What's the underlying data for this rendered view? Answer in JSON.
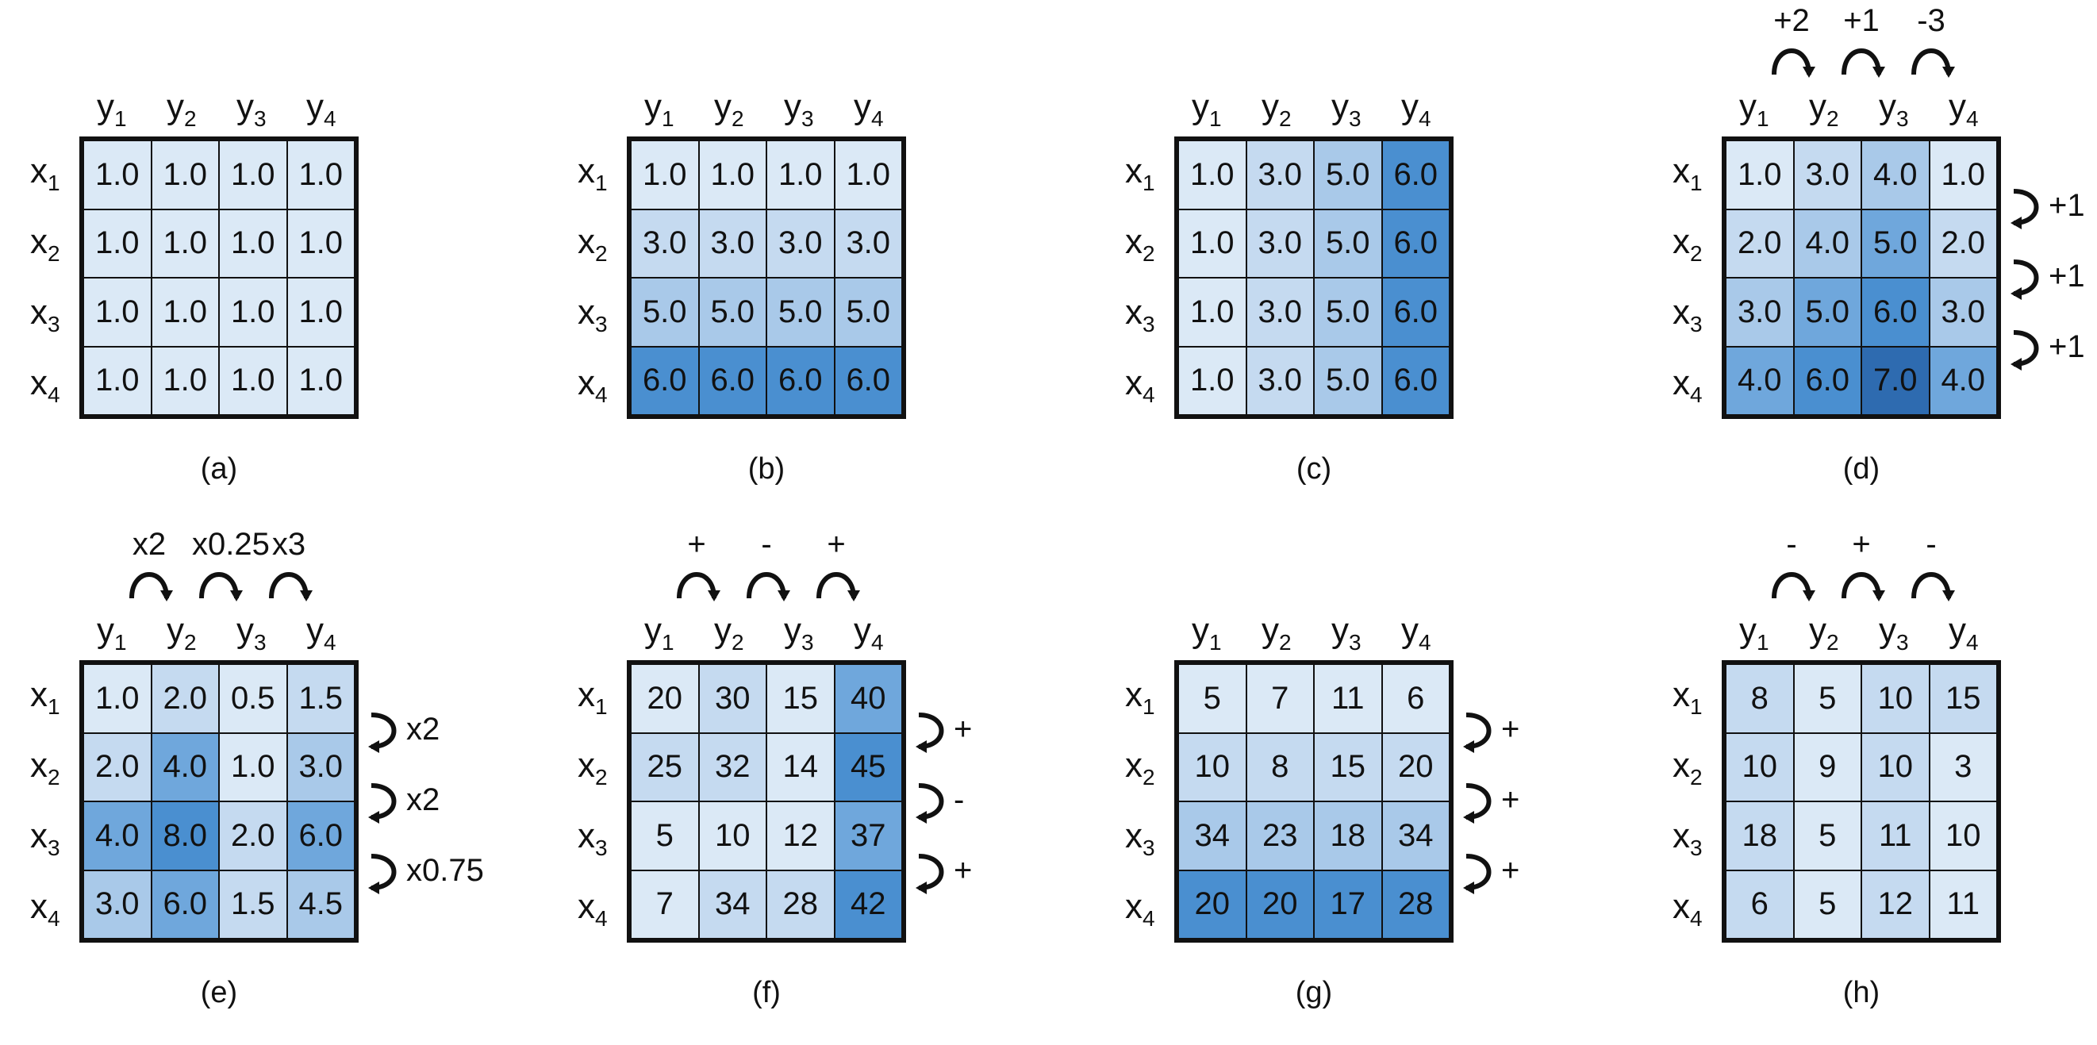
{
  "colors": {
    "shade_scale": [
      "#dbe9f6",
      "#c5daf0",
      "#a9c9e9",
      "#6fa7dc",
      "#4a8fd0",
      "#2e6bb0"
    ],
    "line": "#111111"
  },
  "panels": [
    {
      "caption": "(a)",
      "col_labels": [
        [
          "y",
          "1"
        ],
        [
          "y",
          "2"
        ],
        [
          "y",
          "3"
        ],
        [
          "y",
          "4"
        ]
      ],
      "row_labels": [
        [
          "x",
          "1"
        ],
        [
          "x",
          "2"
        ],
        [
          "x",
          "3"
        ],
        [
          "x",
          "4"
        ]
      ],
      "cells": [
        [
          "1.0",
          "1.0",
          "1.0",
          "1.0"
        ],
        [
          "1.0",
          "1.0",
          "1.0",
          "1.0"
        ],
        [
          "1.0",
          "1.0",
          "1.0",
          "1.0"
        ],
        [
          "1.0",
          "1.0",
          "1.0",
          "1.0"
        ]
      ],
      "shade": [
        [
          0,
          0,
          0,
          0
        ],
        [
          0,
          0,
          0,
          0
        ],
        [
          0,
          0,
          0,
          0
        ],
        [
          0,
          0,
          0,
          0
        ]
      ],
      "top_annotations": [],
      "right_annotations": []
    },
    {
      "caption": "(b)",
      "col_labels": [
        [
          "y",
          "1"
        ],
        [
          "y",
          "2"
        ],
        [
          "y",
          "3"
        ],
        [
          "y",
          "4"
        ]
      ],
      "row_labels": [
        [
          "x",
          "1"
        ],
        [
          "x",
          "2"
        ],
        [
          "x",
          "3"
        ],
        [
          "x",
          "4"
        ]
      ],
      "cells": [
        [
          "1.0",
          "1.0",
          "1.0",
          "1.0"
        ],
        [
          "3.0",
          "3.0",
          "3.0",
          "3.0"
        ],
        [
          "5.0",
          "5.0",
          "5.0",
          "5.0"
        ],
        [
          "6.0",
          "6.0",
          "6.0",
          "6.0"
        ]
      ],
      "shade": [
        [
          0,
          0,
          0,
          0
        ],
        [
          1,
          1,
          1,
          1
        ],
        [
          2,
          2,
          2,
          2
        ],
        [
          4,
          4,
          4,
          4
        ]
      ],
      "top_annotations": [],
      "right_annotations": []
    },
    {
      "caption": "(c)",
      "col_labels": [
        [
          "y",
          "1"
        ],
        [
          "y",
          "2"
        ],
        [
          "y",
          "3"
        ],
        [
          "y",
          "4"
        ]
      ],
      "row_labels": [
        [
          "x",
          "1"
        ],
        [
          "x",
          "2"
        ],
        [
          "x",
          "3"
        ],
        [
          "x",
          "4"
        ]
      ],
      "cells": [
        [
          "1.0",
          "3.0",
          "5.0",
          "6.0"
        ],
        [
          "1.0",
          "3.0",
          "5.0",
          "6.0"
        ],
        [
          "1.0",
          "3.0",
          "5.0",
          "6.0"
        ],
        [
          "1.0",
          "3.0",
          "5.0",
          "6.0"
        ]
      ],
      "shade": [
        [
          0,
          1,
          2,
          4
        ],
        [
          0,
          1,
          2,
          4
        ],
        [
          0,
          1,
          2,
          4
        ],
        [
          0,
          1,
          2,
          4
        ]
      ],
      "top_annotations": [],
      "right_annotations": []
    },
    {
      "caption": "(d)",
      "col_labels": [
        [
          "y",
          "1"
        ],
        [
          "y",
          "2"
        ],
        [
          "y",
          "3"
        ],
        [
          "y",
          "4"
        ]
      ],
      "row_labels": [
        [
          "x",
          "1"
        ],
        [
          "x",
          "2"
        ],
        [
          "x",
          "3"
        ],
        [
          "x",
          "4"
        ]
      ],
      "cells": [
        [
          "1.0",
          "3.0",
          "4.0",
          "1.0"
        ],
        [
          "2.0",
          "4.0",
          "5.0",
          "2.0"
        ],
        [
          "3.0",
          "5.0",
          "6.0",
          "3.0"
        ],
        [
          "4.0",
          "6.0",
          "7.0",
          "4.0"
        ]
      ],
      "shade": [
        [
          0,
          1,
          2,
          0
        ],
        [
          1,
          2,
          3,
          1
        ],
        [
          2,
          3,
          4,
          2
        ],
        [
          3,
          4,
          5,
          3
        ]
      ],
      "top_annotations": [
        "+2",
        "+1",
        "-3"
      ],
      "right_annotations": [
        "+1",
        "+1",
        "+1"
      ]
    },
    {
      "caption": "(e)",
      "col_labels": [
        [
          "y",
          "1"
        ],
        [
          "y",
          "2"
        ],
        [
          "y",
          "3"
        ],
        [
          "y",
          "4"
        ]
      ],
      "row_labels": [
        [
          "x",
          "1"
        ],
        [
          "x",
          "2"
        ],
        [
          "x",
          "3"
        ],
        [
          "x",
          "4"
        ]
      ],
      "cells": [
        [
          "1.0",
          "2.0",
          "0.5",
          "1.5"
        ],
        [
          "2.0",
          "4.0",
          "1.0",
          "3.0"
        ],
        [
          "4.0",
          "8.0",
          "2.0",
          "6.0"
        ],
        [
          "3.0",
          "6.0",
          "1.5",
          "4.5"
        ]
      ],
      "shade": [
        [
          0,
          1,
          0,
          1
        ],
        [
          1,
          3,
          0,
          2
        ],
        [
          3,
          4,
          1,
          3
        ],
        [
          2,
          3,
          1,
          2
        ]
      ],
      "top_annotations": [
        "x2",
        "x0.25",
        "x3"
      ],
      "right_annotations": [
        "x2",
        "x2",
        "x0.75"
      ]
    },
    {
      "caption": "(f)",
      "col_labels": [
        [
          "y",
          "1"
        ],
        [
          "y",
          "2"
        ],
        [
          "y",
          "3"
        ],
        [
          "y",
          "4"
        ]
      ],
      "row_labels": [
        [
          "x",
          "1"
        ],
        [
          "x",
          "2"
        ],
        [
          "x",
          "3"
        ],
        [
          "x",
          "4"
        ]
      ],
      "cells": [
        [
          "20",
          "30",
          "15",
          "40"
        ],
        [
          "25",
          "32",
          "14",
          "45"
        ],
        [
          "5",
          "10",
          "12",
          "37"
        ],
        [
          "7",
          "34",
          "28",
          "42"
        ]
      ],
      "shade": [
        [
          0,
          1,
          0,
          3
        ],
        [
          1,
          1,
          0,
          4
        ],
        [
          0,
          0,
          0,
          3
        ],
        [
          0,
          1,
          1,
          4
        ]
      ],
      "top_annotations": [
        "+",
        "-",
        "+"
      ],
      "right_annotations": [
        "+",
        "-",
        "+"
      ]
    },
    {
      "caption": "(g)",
      "col_labels": [
        [
          "y",
          "1"
        ],
        [
          "y",
          "2"
        ],
        [
          "y",
          "3"
        ],
        [
          "y",
          "4"
        ]
      ],
      "row_labels": [
        [
          "x",
          "1"
        ],
        [
          "x",
          "2"
        ],
        [
          "x",
          "3"
        ],
        [
          "x",
          "4"
        ]
      ],
      "cells": [
        [
          "5",
          "7",
          "11",
          "6"
        ],
        [
          "10",
          "8",
          "15",
          "20"
        ],
        [
          "34",
          "23",
          "18",
          "34"
        ],
        [
          "20",
          "20",
          "17",
          "28"
        ]
      ],
      "shade": [
        [
          0,
          0,
          0,
          0
        ],
        [
          1,
          1,
          1,
          1
        ],
        [
          2,
          2,
          2,
          2
        ],
        [
          4,
          4,
          4,
          4
        ]
      ],
      "top_annotations": [],
      "right_annotations": [
        "+",
        "+",
        "+"
      ]
    },
    {
      "caption": "(h)",
      "col_labels": [
        [
          "y",
          "1"
        ],
        [
          "y",
          "2"
        ],
        [
          "y",
          "3"
        ],
        [
          "y",
          "4"
        ]
      ],
      "row_labels": [
        [
          "x",
          "1"
        ],
        [
          "x",
          "2"
        ],
        [
          "x",
          "3"
        ],
        [
          "x",
          "4"
        ]
      ],
      "cells": [
        [
          "8",
          "5",
          "10",
          "15"
        ],
        [
          "10",
          "9",
          "10",
          "3"
        ],
        [
          "18",
          "5",
          "11",
          "10"
        ],
        [
          "6",
          "5",
          "12",
          "11"
        ]
      ],
      "shade": [
        [
          1,
          0,
          1,
          1
        ],
        [
          1,
          0,
          1,
          0
        ],
        [
          1,
          0,
          1,
          0
        ],
        [
          1,
          0,
          1,
          0
        ]
      ],
      "top_annotations": [
        "-",
        "+",
        "-"
      ],
      "right_annotations": []
    }
  ]
}
